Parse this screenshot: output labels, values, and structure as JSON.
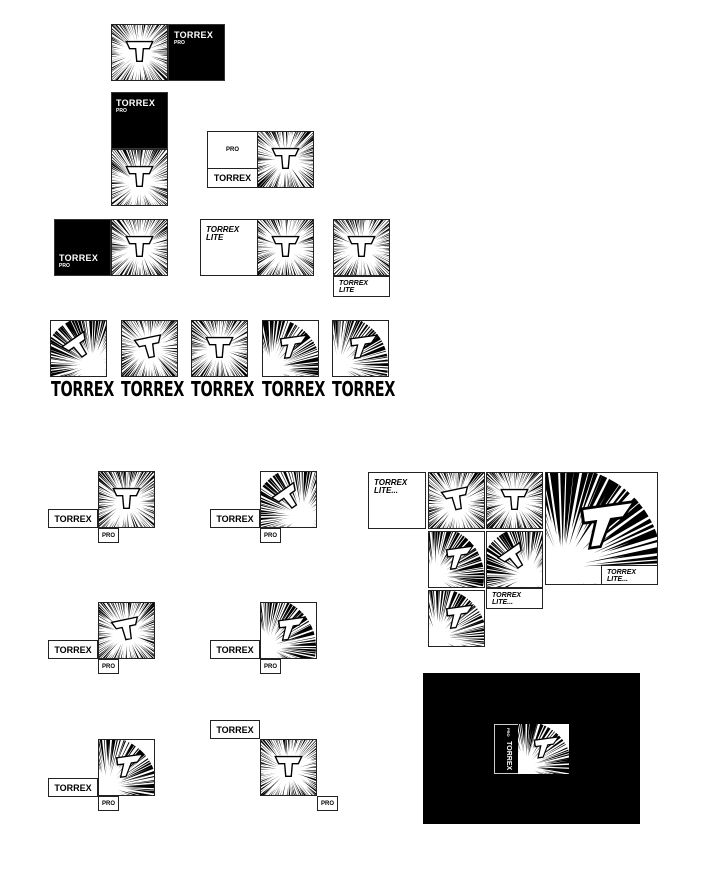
{
  "brand": "TORREX",
  "pro": "PRO",
  "lite": "LITE",
  "lite_ellipsis": "LITE...",
  "colors": {
    "ink": "#000000",
    "paper": "#ffffff"
  }
}
